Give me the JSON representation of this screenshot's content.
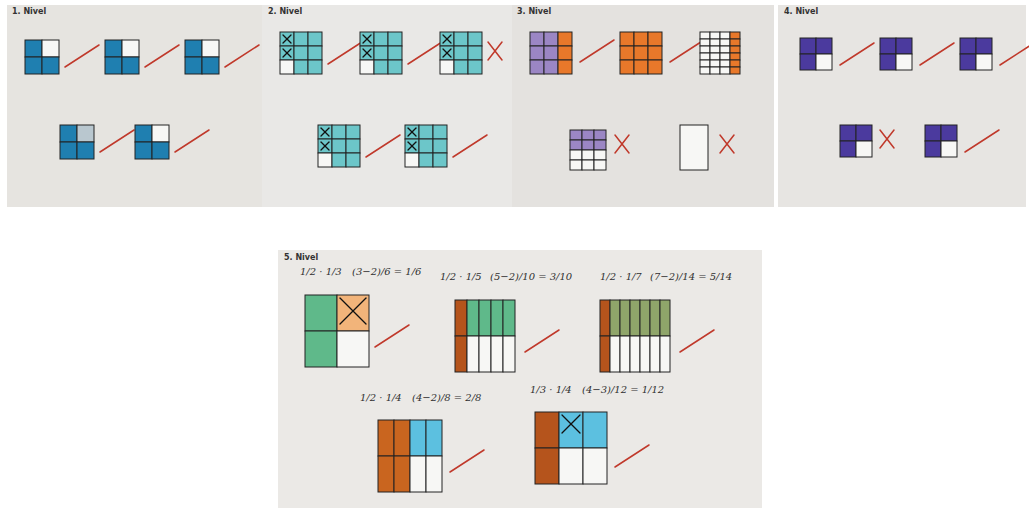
{
  "diagram": {
    "labels": [
      "1. Nivel",
      "2. Nivel",
      "3. Nivel",
      "4. Nivel",
      "5. Nivel",
      "1/2 · 1/3",
      "(3−2)/6 = 1/6",
      "1/2 · 1/5",
      "(5−2)/10 = 3/10",
      "1/2 · 1/7",
      "(7−2)/14 = 5/14",
      "1/2 · 1/4",
      "(4−2)/8 = 2/8",
      "1/3 · 1/4",
      "(4−3)/12 = 1/12"
    ]
  }
}
